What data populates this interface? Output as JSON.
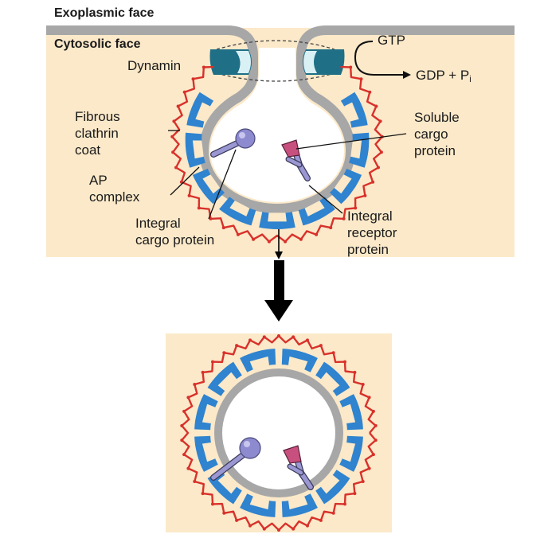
{
  "labels": {
    "exoplasmic_face": "Exoplasmic face",
    "cytosolic_face": "Cytosolic face",
    "dynamin": "Dynamin",
    "gtp": "GTP",
    "gdp_pi": "GDP + P",
    "pi_subscript": "i",
    "fibrous_clathrin_coat": [
      "Fibrous",
      "clathrin",
      "coat"
    ],
    "ap_complex": [
      "AP",
      "complex"
    ],
    "integral_cargo_protein": [
      "Integral",
      "cargo protein"
    ],
    "soluble_cargo_protein": [
      "Soluble",
      "cargo",
      "protein"
    ],
    "integral_receptor_protein": [
      "Integral",
      "receptor",
      "protein"
    ]
  },
  "colors": {
    "cytosol_bg": "#fbe9c9",
    "membrane": "#a7a7a7",
    "ap_complex_blue": "#2f83cf",
    "clathrin_red": "#d8312b",
    "dynamin_teal": "#1f6f86",
    "protein_lavender": "#9a97d2",
    "soluble_cargo_pink": "#c7507e",
    "arrow": "#000000"
  }
}
